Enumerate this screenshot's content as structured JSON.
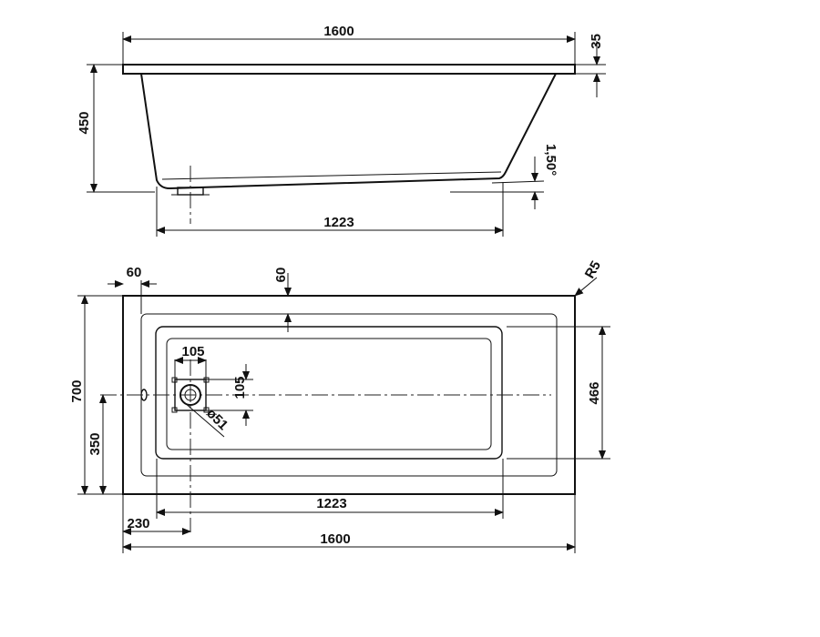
{
  "side_view": {
    "length": "1600",
    "rim_height": "35",
    "depth": "450",
    "slope": "1,50°",
    "bottom_length": "1223"
  },
  "top_view": {
    "rim_width": "60",
    "rim_depth": "60",
    "corner_radius": "R5",
    "drain_offset": "105",
    "drain_offset_vertical": "105",
    "drain_diameter": "ø51",
    "width": "700",
    "half_width": "350",
    "inner_width": "466",
    "bottom_length": "1223",
    "drain_x": "230",
    "length": "1600"
  },
  "colors": {
    "line": "#111111",
    "background": "#ffffff"
  }
}
